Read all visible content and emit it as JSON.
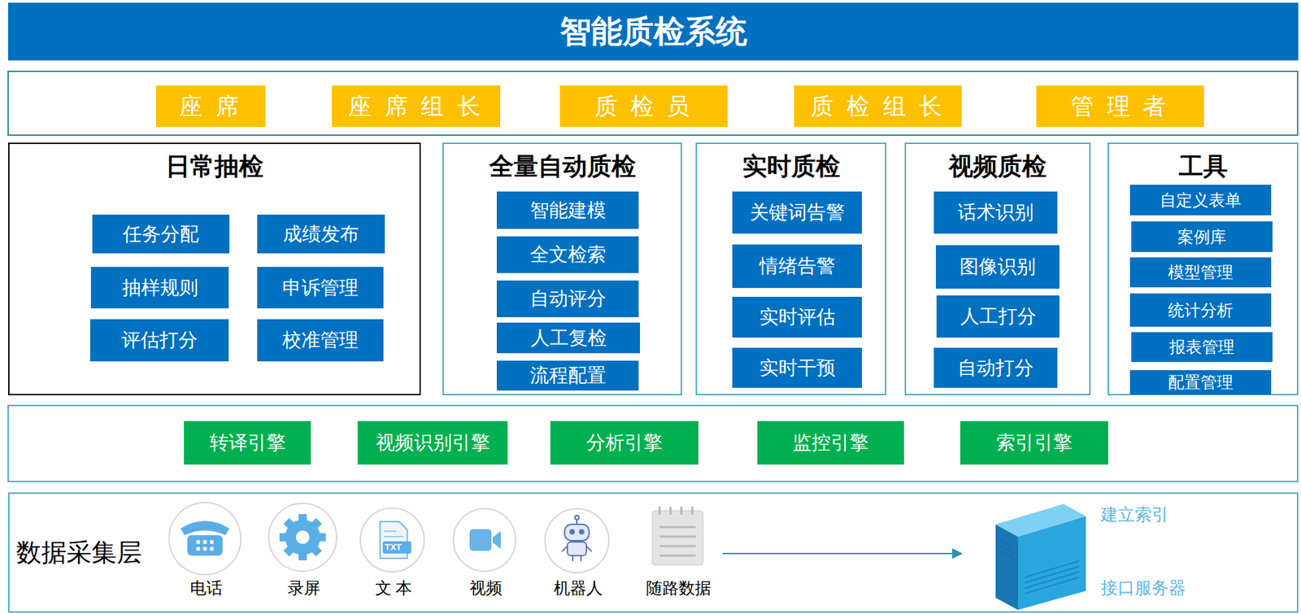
{
  "diagram": {
    "title": "智能质检系统",
    "nodes": [
      {
        "text": [
          "座 席"
        ]
      },
      {
        "text": [
          "座 席 组 长"
        ]
      },
      {
        "text": [
          "质 检 员"
        ]
      },
      {
        "text": [
          "质 检 组 长"
        ]
      },
      {
        "text": [
          "管 理 者"
        ]
      },
      {
        "text": [
          "日常抽检"
        ]
      },
      {
        "text": [
          "任务分配"
        ],
        "in": 5
      },
      {
        "text": [
          "成绩发布"
        ],
        "in": 5
      },
      {
        "text": [
          "抽样规则"
        ],
        "in": 5
      },
      {
        "text": [
          "申诉管理"
        ],
        "in": 5
      },
      {
        "text": [
          "评估打分"
        ],
        "in": 5
      },
      {
        "text": [
          "校准管理"
        ],
        "in": 5
      },
      {
        "text": [
          "全量自动质检"
        ]
      },
      {
        "text": [
          "智能建模"
        ],
        "in": 12
      },
      {
        "text": [
          "全文检索"
        ],
        "in": 12
      },
      {
        "text": [
          "自动评分"
        ],
        "in": 12
      },
      {
        "text": [
          "人工复检"
        ],
        "in": 12
      },
      {
        "text": [
          "流程配置"
        ],
        "in": 12
      },
      {
        "text": [
          "实时质检"
        ]
      },
      {
        "text": [
          "关键词告警"
        ],
        "in": 18
      },
      {
        "text": [
          "情绪告警"
        ],
        "in": 18
      },
      {
        "text": [
          "实时评估"
        ],
        "in": 18
      },
      {
        "text": [
          "实时干预"
        ],
        "in": 18
      },
      {
        "text": [
          "视频质检"
        ]
      },
      {
        "text": [
          "话术识别"
        ],
        "in": 23
      },
      {
        "text": [
          "图像识别"
        ],
        "in": 23
      },
      {
        "text": [
          "人工打分"
        ],
        "in": 23
      },
      {
        "text": [
          "自动打分"
        ],
        "in": 23
      },
      {
        "text": [
          "工具"
        ]
      },
      {
        "text": [
          "自定义表单"
        ],
        "in": 28
      },
      {
        "text": [
          "案例库"
        ],
        "in": 28
      },
      {
        "text": [
          "模型管理"
        ],
        "in": 28
      },
      {
        "text": [
          "统计分析"
        ],
        "in": 28
      },
      {
        "text": [
          "报表管理"
        ],
        "in": 28
      },
      {
        "text": [
          "配置管理"
        ],
        "in": 28
      },
      {
        "text": [
          "转译引擎"
        ]
      },
      {
        "text": [
          "视频识别引擎"
        ]
      },
      {
        "text": [
          "分析引擎"
        ]
      },
      {
        "text": [
          "监控引擎"
        ]
      },
      {
        "text": [
          "索引引擎"
        ]
      },
      {
        "text": [
          "数据采集层"
        ]
      },
      {
        "text": [
          "电话"
        ],
        "in": 40
      },
      {
        "text": [
          "录屏"
        ],
        "in": 40
      },
      {
        "text": [
          "文 本"
        ],
        "in": 40
      },
      {
        "text": [
          "视频"
        ],
        "in": 40
      },
      {
        "text": [
          "机器人"
        ],
        "in": 40
      },
      {
        "text": [
          "随路数据"
        ],
        "in": 40
      },
      {
        "text": [
          "建立索引",
          "接口服务器"
        ],
        "in": 40
      }
    ],
    "edges": [
      {
        "from": 46,
        "to": 47,
        "arrow": "to"
      }
    ],
    "labels": [
      "TXT"
    ]
  }
}
